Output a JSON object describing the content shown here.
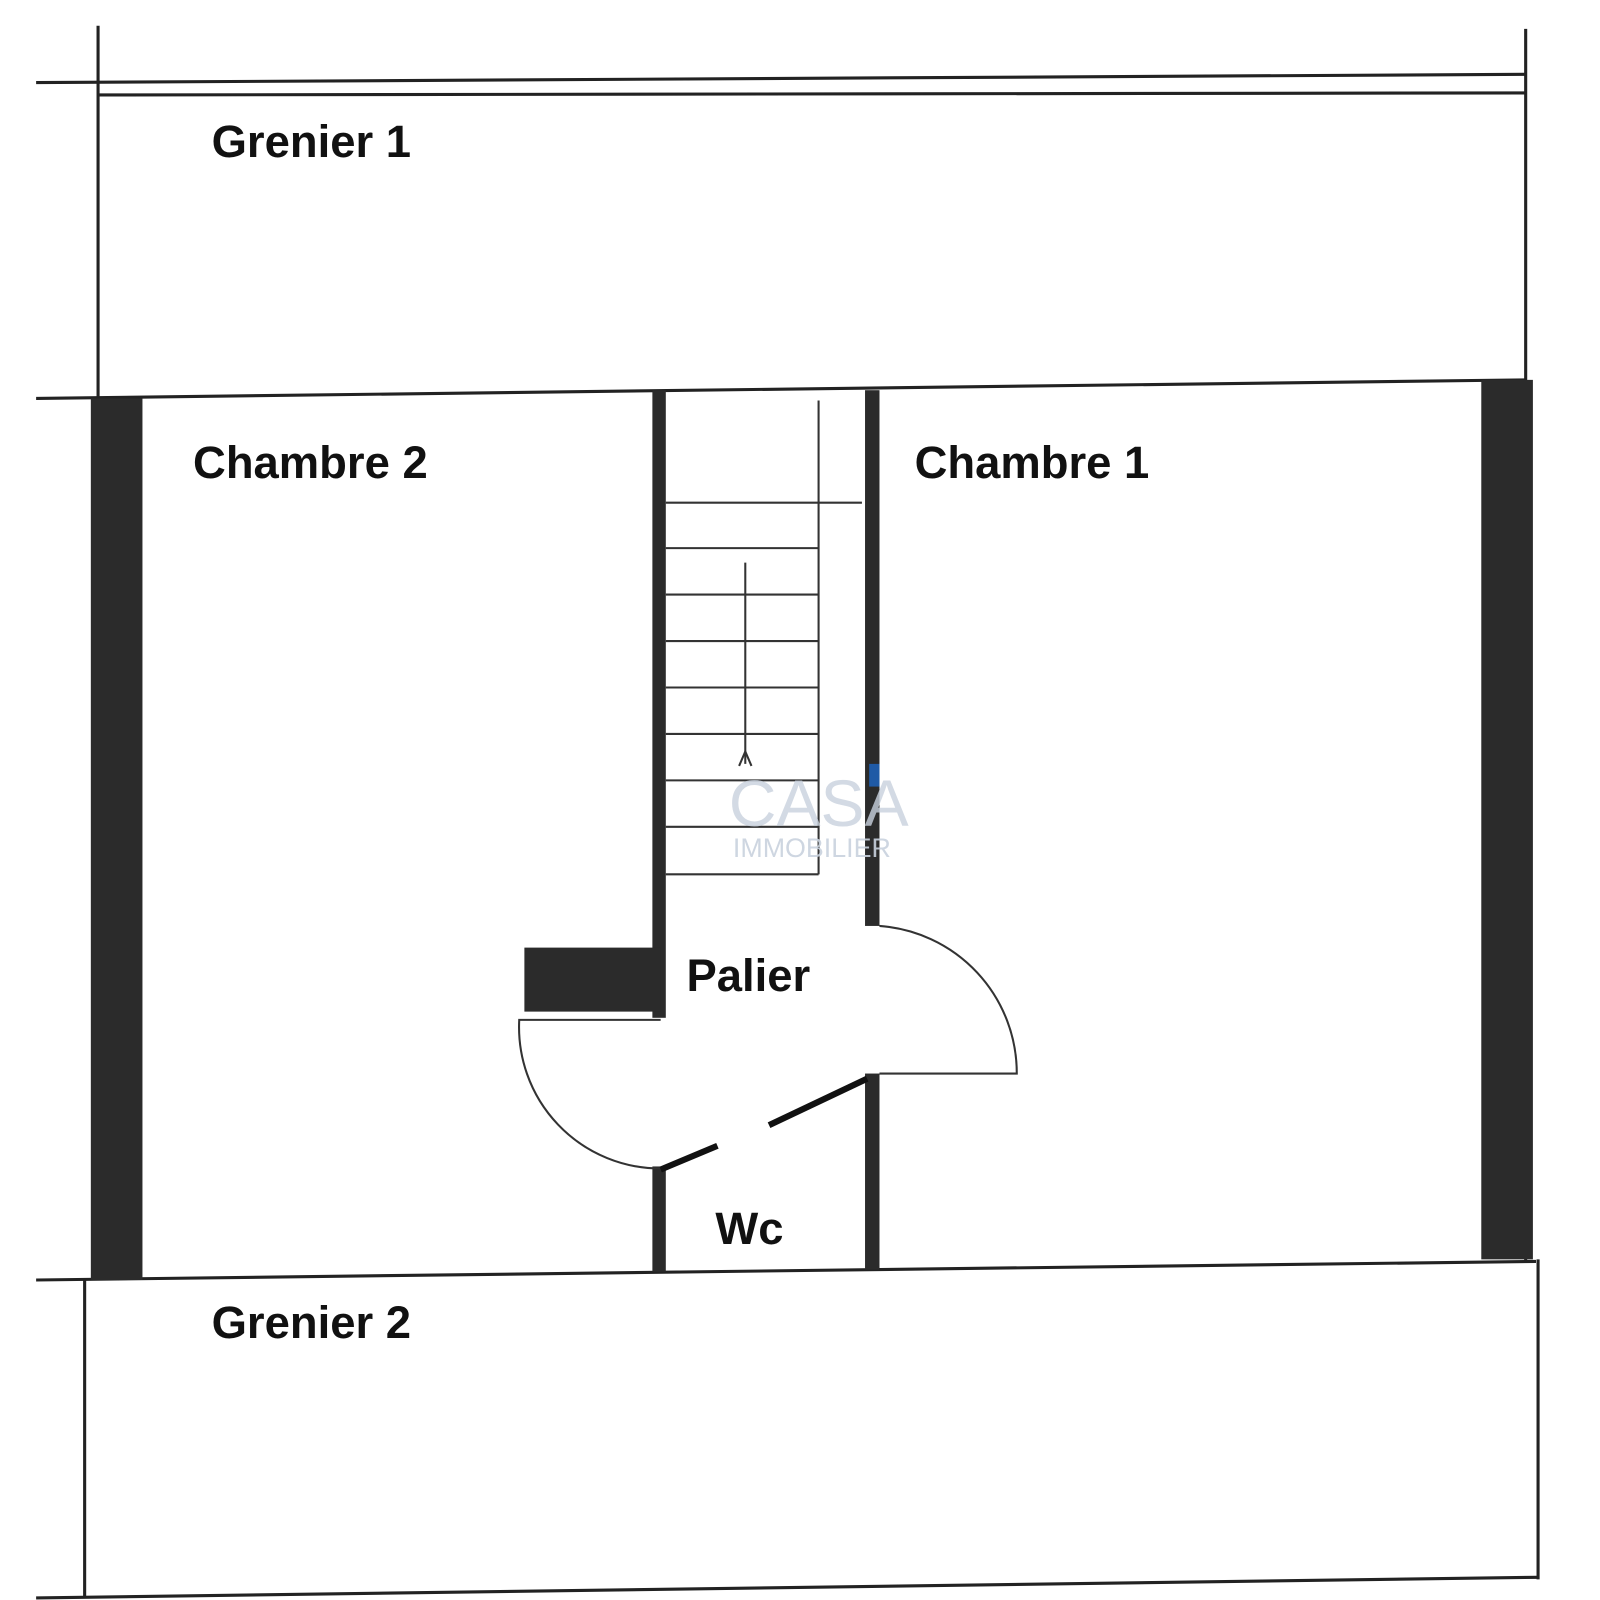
{
  "plan": {
    "rooms": {
      "grenier1": "Grenier 1",
      "chambre2": "Chambre 2",
      "chambre1": "Chambre 1",
      "palier": "Palier",
      "wc": "Wc",
      "grenier2": "Grenier 2"
    },
    "watermark": {
      "line1": "CASA",
      "line2": "IMMOBILIER",
      "color": "#c9d2de",
      "accent": "#1f5aa6"
    }
  }
}
